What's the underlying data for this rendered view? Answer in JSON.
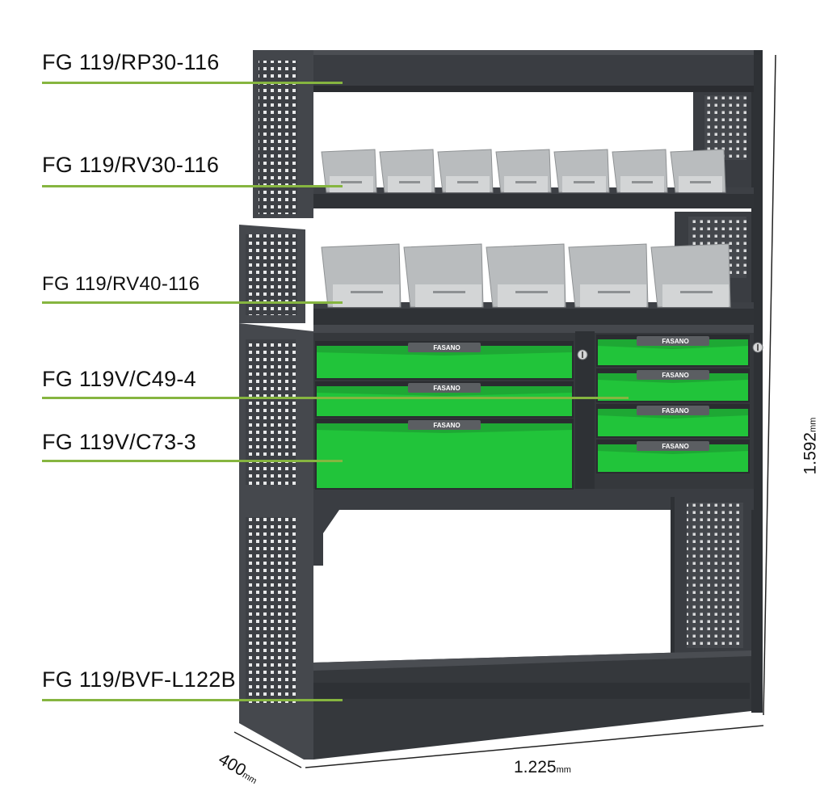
{
  "product": {
    "labels": [
      {
        "code": "FG 119/RP30-116"
      },
      {
        "code": "FG 119/RV30-116"
      },
      {
        "code": "FG 119/RV40-116"
      },
      {
        "code": "FG 119V/C49-4"
      },
      {
        "code": "FG 119V/C73-3"
      },
      {
        "code": "FG 119/BVF-L122B"
      }
    ],
    "drawer_brand": "FASANO"
  },
  "dimensions": {
    "width": {
      "value": "1.225",
      "unit": "mm"
    },
    "depth": {
      "value": "400",
      "unit": "mm"
    },
    "height": {
      "value": "1.592",
      "unit": "mm"
    }
  },
  "colors": {
    "frame": "#3a3d42",
    "frame_dark": "#2b2e32",
    "drawer_green": "#21c43a",
    "bin_grey": "#b9bcbe",
    "leader_line": "#86b540"
  }
}
